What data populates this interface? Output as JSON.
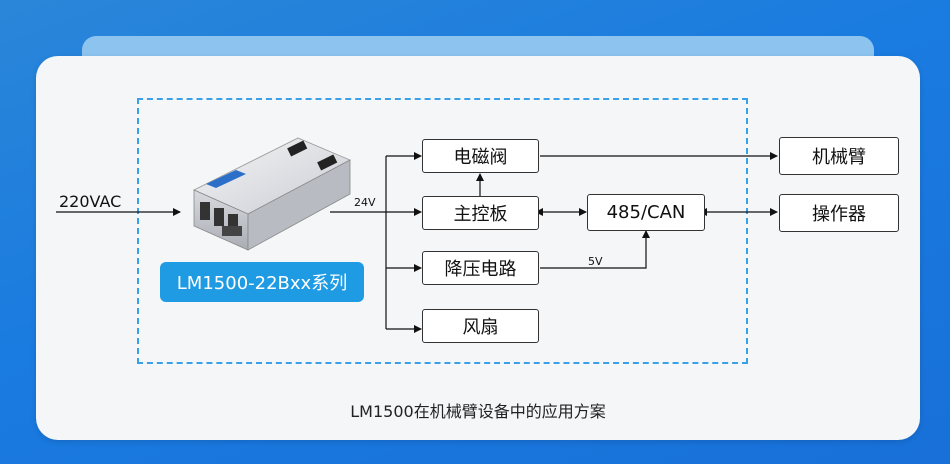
{
  "diagram": {
    "input_label": "220VAC",
    "voltage_24v": "24V",
    "voltage_5v": "5V",
    "product_label": "LM1500-22Bxx系列",
    "blocks": {
      "solenoid_valve": "电磁阀",
      "main_board": "主控板",
      "step_down_circuit": "降压电路",
      "fan": "风扇",
      "bus": "485/CAN",
      "robot_arm": "机械臂",
      "operator": "操作器"
    },
    "caption": "LM1500在机械臂设备中的应用方案"
  },
  "colors": {
    "background": "#1f7fe0",
    "card": "#f4f6f8",
    "dashed_frame": "#3aa0e8",
    "product_label_bg": "#1f9be3"
  }
}
